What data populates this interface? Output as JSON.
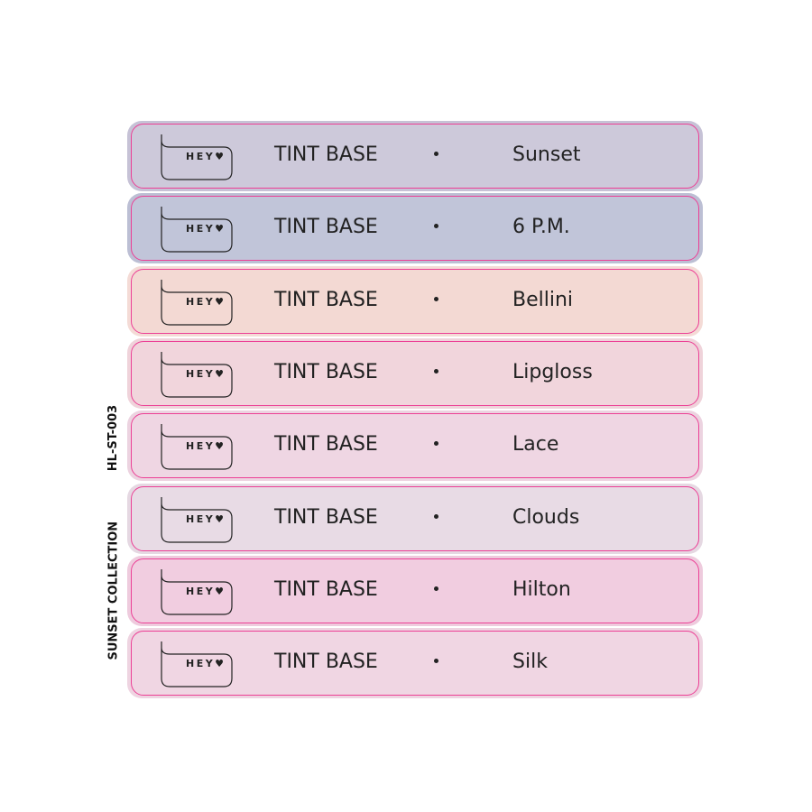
{
  "side_labels": {
    "code": "HL-ST-003",
    "collection": "SUNSET COLLECTION"
  },
  "accent_border": "#ec3f95",
  "rows": [
    {
      "logo": "HEY♥",
      "type": "TINT BASE",
      "name": "Sunset",
      "fill": "#cdc9da",
      "halo": "#c6c2d6"
    },
    {
      "logo": "HEY♥",
      "type": "TINT BASE",
      "name": "6 P.M.",
      "fill": "#c1c5d9",
      "halo": "#bcbfd4"
    },
    {
      "logo": "HEY♥",
      "type": "TINT BASE",
      "name": "Bellini",
      "fill": "#f3d9d3",
      "halo": "#f4dbd6"
    },
    {
      "logo": "HEY♥",
      "type": "TINT BASE",
      "name": "Lipgloss",
      "fill": "#f1d5dc",
      "halo": "#efd3da"
    },
    {
      "logo": "HEY♥",
      "type": "TINT BASE",
      "name": "Lace",
      "fill": "#efd6e3",
      "halo": "#ecd3e0"
    },
    {
      "logo": "HEY♥",
      "type": "TINT BASE",
      "name": "Clouds",
      "fill": "#e8dbe5",
      "halo": "#e5d8e2"
    },
    {
      "logo": "HEY♥",
      "type": "TINT BASE",
      "name": "Hilton",
      "fill": "#f1cde0",
      "halo": "#eecbdd"
    },
    {
      "logo": "HEY♥",
      "type": "TINT BASE",
      "name": "Silk",
      "fill": "#f0d6e3",
      "halo": "#eed4e1"
    }
  ]
}
